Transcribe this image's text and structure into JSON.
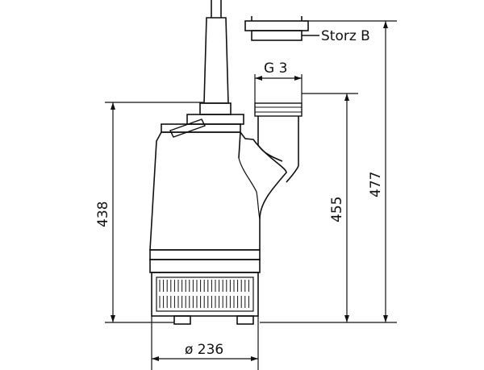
{
  "colors": {
    "line": "#111111",
    "background": "#ffffff"
  },
  "labels": {
    "coupling": "Storz B",
    "thread": "G 3",
    "height_total": "477",
    "height_outlet": "455",
    "height_body": "438",
    "diameter": "ø 236"
  }
}
